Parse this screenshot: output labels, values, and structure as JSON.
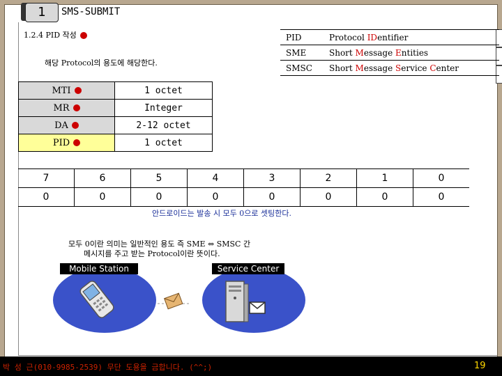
{
  "slide": {
    "number": "1",
    "title": "SMS-SUBMIT",
    "section_title": "1.2.4 PID 작성",
    "description": "해당 Protocol의 용도에 해당한다.",
    "page_number": "19",
    "footer_credit": "박 성 근(010-9985-2539) 무단 도용을 금합니다. (^^;)"
  },
  "pid_table": {
    "rows": [
      {
        "key": "PID",
        "parts": [
          {
            "t": "Protocol ",
            "h": false
          },
          {
            "t": "ID",
            "h": true
          },
          {
            "t": "entifier",
            "h": false
          }
        ]
      },
      {
        "key": "SME",
        "parts": [
          {
            "t": "Short ",
            "h": false
          },
          {
            "t": "M",
            "h": true
          },
          {
            "t": "essage ",
            "h": false
          },
          {
            "t": "E",
            "h": true
          },
          {
            "t": "ntities",
            "h": false
          }
        ]
      },
      {
        "key": "SMSC",
        "parts": [
          {
            "t": "Short ",
            "h": false
          },
          {
            "t": "M",
            "h": true
          },
          {
            "t": "essage ",
            "h": false
          },
          {
            "t": "S",
            "h": true
          },
          {
            "t": "ervice ",
            "h": false
          },
          {
            "t": "C",
            "h": true
          },
          {
            "t": "enter",
            "h": false
          }
        ]
      }
    ]
  },
  "field_table": {
    "rows": [
      {
        "name": "MTI",
        "value": "1 octet"
      },
      {
        "name": "MR",
        "value": "Integer"
      },
      {
        "name": "DA",
        "value": "2-12 octet"
      },
      {
        "name": "PID",
        "value": "1 octet"
      }
    ]
  },
  "bit_table": {
    "positions": [
      "7",
      "6",
      "5",
      "4",
      "3",
      "2",
      "1",
      "0"
    ],
    "values": [
      "0",
      "0",
      "0",
      "0",
      "0",
      "0",
      "0",
      "0"
    ]
  },
  "notes": {
    "android": "안드로이드는 발송 시 모두 0으로 셋팅한다.",
    "line1": "모두 0이란 의미는 일반적인 용도 즉 SME ⇔ SMSC 간",
    "line2": "메시지를 주고 받는 Protocol이란 뜻이다."
  },
  "diagram": {
    "left_label": "Mobile Station",
    "right_label": "Service Center",
    "ellipse_color": "#3a52c9"
  },
  "colors": {
    "accent_red": "#cc0000",
    "highlight_yellow": "#ffff99",
    "footer_credit": "#cc2200",
    "page_number": "#ffd700"
  }
}
